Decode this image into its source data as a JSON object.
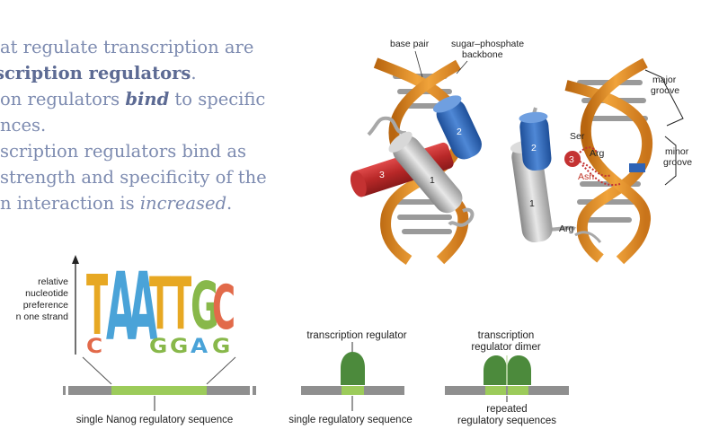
{
  "bullets": {
    "l1": "at regulate transcription are",
    "l2": "scription regulators",
    "l2_end": ".",
    "l3_a": "on regulators ",
    "l3_b": "bind",
    "l3_c": " to specific",
    "l4": "nces.",
    "l5": "scription regulators bind as",
    "l6": "strength and specificity of the",
    "l7_a": "n interaction is ",
    "l7_b": "increased",
    "l7_c": "."
  },
  "structure": {
    "base_pair": "base pair",
    "sugar_1": "sugar–phosphate",
    "sugar_2": "backbone",
    "major_1": "major",
    "major_2": "groove",
    "minor_1": "minor",
    "minor_2": "groove",
    "helix1": "1",
    "helix2": "2",
    "helix3": "3",
    "helix1b": "1",
    "helix2b": "2",
    "helix3b": "3",
    "ser": "Ser",
    "arg1": "Arg",
    "asn": "Asn",
    "arg2": "Arg"
  },
  "logo": {
    "ylabel_1": "relative",
    "ylabel_2": "nucleotide",
    "ylabel_3": "preference",
    "ylabel_4": "n one strand",
    "top_letters": [
      "T",
      "A",
      "A",
      "T",
      "T",
      "G",
      "C"
    ],
    "bottom_letters": [
      "C",
      "",
      "",
      "G",
      "G",
      "A",
      "G"
    ],
    "colors": {
      "T": "#e7a823",
      "A": "#4aa3d8",
      "G": "#88b84a",
      "C": "#e26a4a"
    }
  },
  "schematics": {
    "nanog": "single Nanog regulatory sequence",
    "regulator_label": "transcription regulator",
    "single_seq": "single regulatory sequence",
    "dimer_1": "transcription",
    "dimer_2": "regulator dimer",
    "repeated_1": "repeated",
    "repeated_2": "regulatory sequences"
  }
}
